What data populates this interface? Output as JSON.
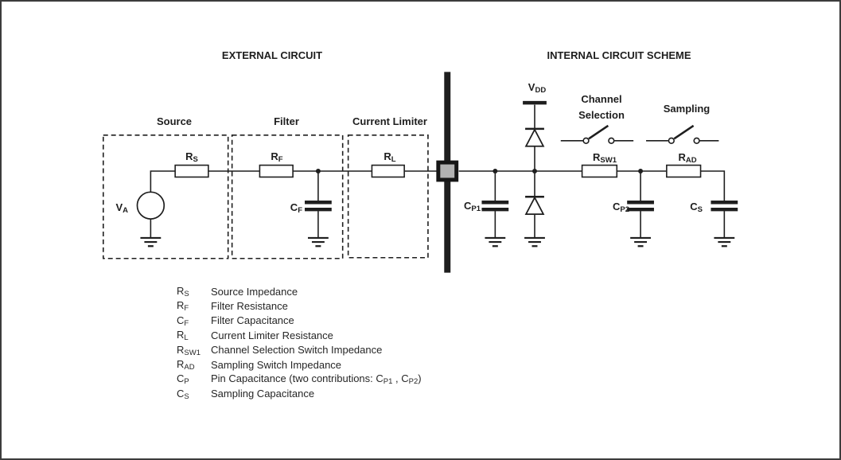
{
  "titles": {
    "external": "EXTERNAL CIRCUIT",
    "internal": "INTERNAL CIRCUIT SCHEME"
  },
  "sections": {
    "source": "Source",
    "filter": "Filter",
    "current_limiter": "Current Limiter",
    "channel_selection_line1": "Channel",
    "channel_selection_line2": "Selection",
    "sampling": "Sampling"
  },
  "components": {
    "va": {
      "main": "V",
      "sub": "A"
    },
    "rs": {
      "main": "R",
      "sub": "S"
    },
    "rf": {
      "main": "R",
      "sub": "F"
    },
    "cf": {
      "main": "C",
      "sub": "F"
    },
    "rl": {
      "main": "R",
      "sub": "L"
    },
    "vdd": {
      "main": "V",
      "sub": "DD"
    },
    "cp1": {
      "main": "C",
      "sub": "P1"
    },
    "rsw1": {
      "main": "R",
      "sub": "SW1"
    },
    "cp2": {
      "main": "C",
      "sub": "P2"
    },
    "rad": {
      "main": "R",
      "sub": "AD"
    },
    "cs": {
      "main": "C",
      "sub": "S"
    }
  },
  "legend": {
    "rows": [
      {
        "sym": {
          "main": "R",
          "sub": "S"
        },
        "desc": "Source Impedance"
      },
      {
        "sym": {
          "main": "R",
          "sub": "F"
        },
        "desc": "Filter Resistance"
      },
      {
        "sym": {
          "main": "C",
          "sub": "F"
        },
        "desc": "Filter Capacitance"
      },
      {
        "sym": {
          "main": "R",
          "sub": "L"
        },
        "desc": "Current Limiter Resistance"
      },
      {
        "sym": {
          "main": "R",
          "sub": "SW1"
        },
        "desc": "Channel Selection Switch Impedance"
      },
      {
        "sym": {
          "main": "R",
          "sub": "AD"
        },
        "desc": "Sampling Switch Impedance"
      },
      {
        "sym": {
          "main": "C",
          "sub": "P"
        },
        "desc_parts": [
          {
            "t": "Pin Capacitance (two contributions: C"
          },
          {
            "s": "P1"
          },
          {
            "t": " , C"
          },
          {
            "s": "P2"
          },
          {
            "t": ")"
          }
        ]
      },
      {
        "sym": {
          "main": "C",
          "sub": "S"
        },
        "desc": "Sampling Capacitance"
      }
    ]
  },
  "colors": {
    "ink": "#1e1e1e",
    "background": "#ffffff",
    "frame_border": "#3c3c3c",
    "pin_fill": "#b2b2b2",
    "pin_border": "#161616"
  }
}
